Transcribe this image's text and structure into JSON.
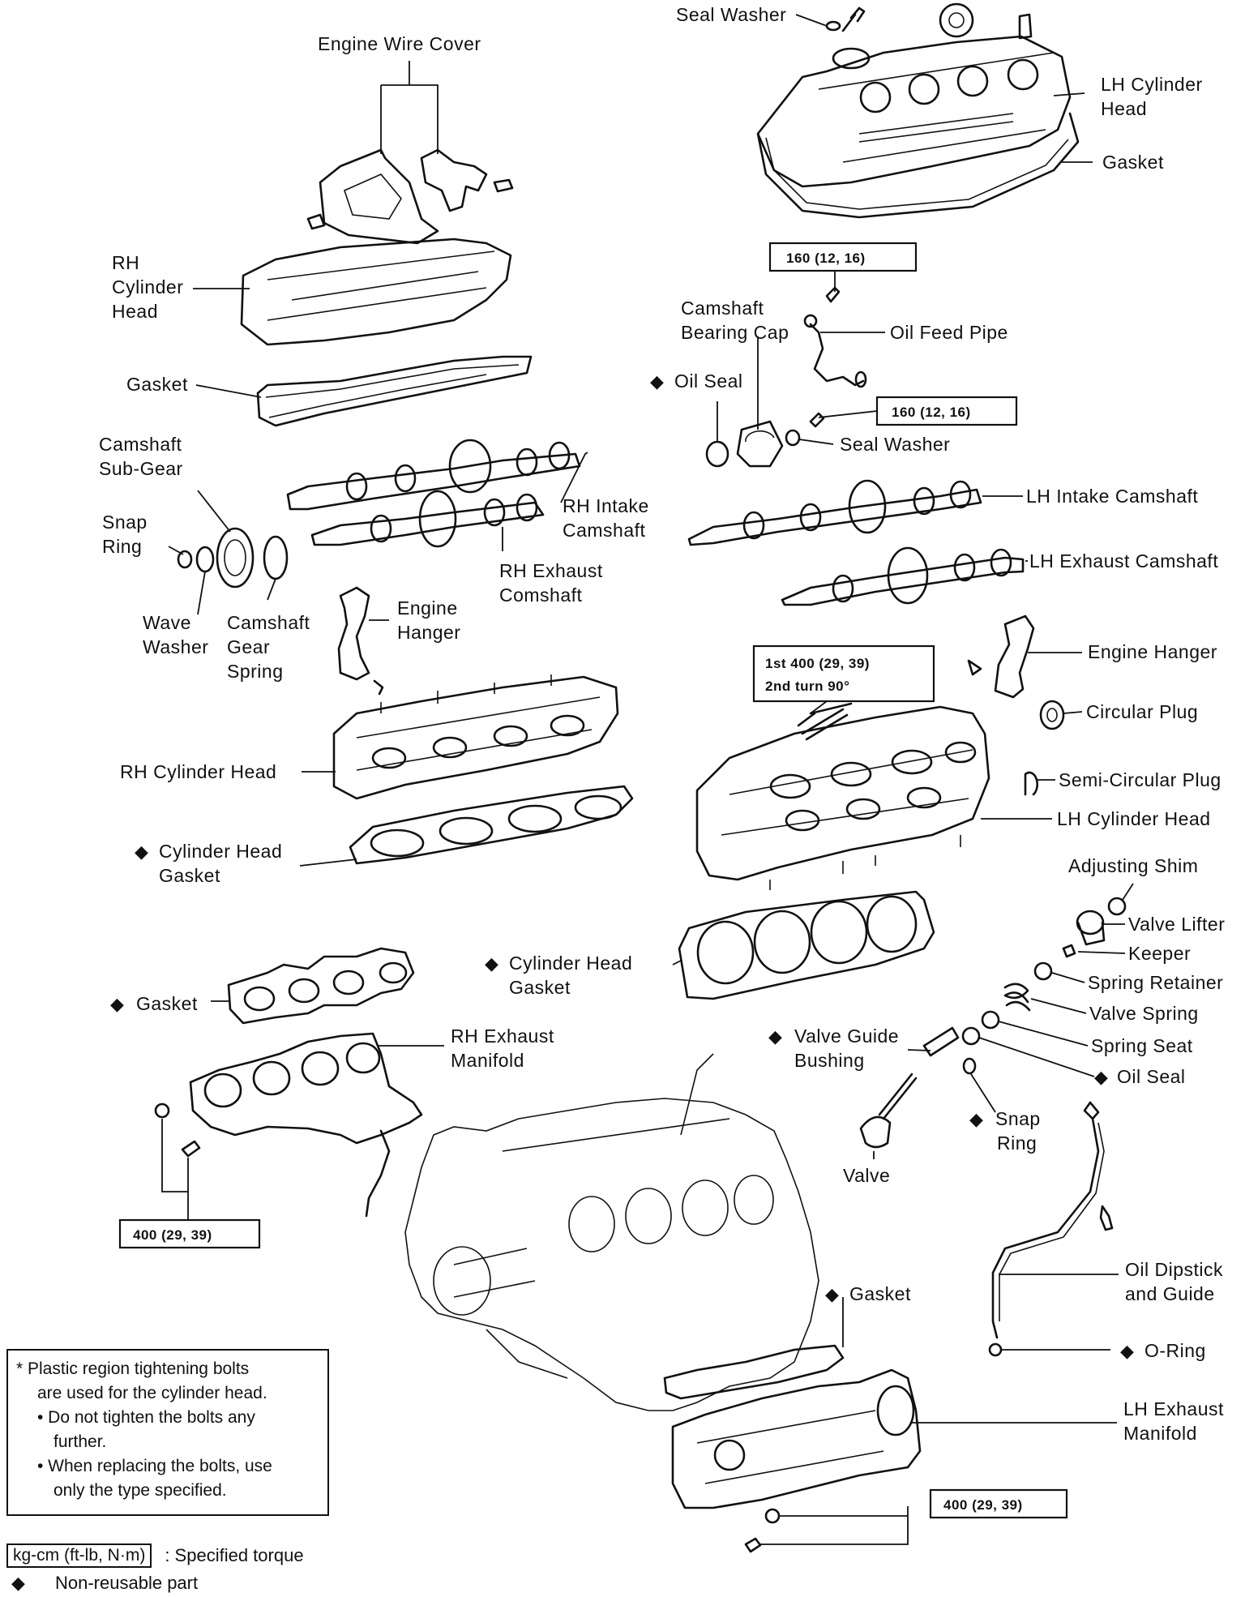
{
  "labels": {
    "engine_wire_cover": "Engine Wire Cover",
    "seal_washer_top": "Seal Washer",
    "lh_cylinder_head_cover_1": "LH Cylinder",
    "lh_cylinder_head_cover_2": "Head",
    "gasket_lh_cover": "Gasket",
    "rh_cylinder_head_cover_1": "RH",
    "rh_cylinder_head_cover_2": "Cylinder",
    "rh_cylinder_head_cover_3": "Head",
    "gasket_rh_cover": "Gasket",
    "camshaft_bearing_cap_1": "Camshaft",
    "camshaft_bearing_cap_2": "Bearing Cap",
    "oil_feed_pipe": "Oil Feed Pipe",
    "oil_seal_cam": "Oil Seal",
    "seal_washer_mid": "Seal Washer",
    "camshaft_sub_gear_1": "Camshaft",
    "camshaft_sub_gear_2": "Sub-Gear",
    "snap_ring_1": "Snap",
    "snap_ring_2": "Ring",
    "rh_intake_camshaft_1": "RH Intake",
    "rh_intake_camshaft_2": "Camshaft",
    "rh_exhaust_camshaft_1": "RH Exhaust",
    "rh_exhaust_camshaft_2": "Comshaft",
    "lh_intake_camshaft": "LH Intake Camshaft",
    "lh_exhaust_camshaft": "LH Exhaust Camshaft",
    "wave_washer_1": "Wave",
    "wave_washer_2": "Washer",
    "camshaft_gear_spring_1": "Camshaft",
    "camshaft_gear_spring_2": "Gear",
    "camshaft_gear_spring_3": "Spring",
    "engine_hanger_rh_1": "Engine",
    "engine_hanger_rh_2": "Hanger",
    "engine_hanger_lh": "Engine Hanger",
    "circular_plug": "Circular Plug",
    "semi_circular_plug": "Semi-Circular Plug",
    "rh_cylinder_head": "RH Cylinder Head",
    "lh_cylinder_head": "LH Cylinder Head",
    "cylinder_head_gasket_rh_1": "Cylinder Head",
    "cylinder_head_gasket_rh_2": "Gasket",
    "cylinder_head_gasket_lh_1": "Cylinder Head",
    "cylinder_head_gasket_lh_2": "Gasket",
    "adjusting_shim": "Adjusting Shim",
    "valve_lifter": "Valve Lifter",
    "keeper": "Keeper",
    "spring_retainer": "Spring Retainer",
    "valve_spring": "Valve Spring",
    "spring_seat": "Spring Seat",
    "oil_seal_valve": "Oil Seal",
    "valve_guide_bushing_1": "Valve Guide",
    "valve_guide_bushing_2": "Bushing",
    "snap_ring_valve_1": "Snap",
    "snap_ring_valve_2": "Ring",
    "valve": "Valve",
    "gasket_rh_manifold": "Gasket",
    "rh_exhaust_manifold_1": "RH Exhaust",
    "rh_exhaust_manifold_2": "Manifold",
    "oil_dipstick_1": "Oil Dipstick",
    "oil_dipstick_2": "and Guide",
    "gasket_lh_manifold": "Gasket",
    "o_ring": "O-Ring",
    "lh_exhaust_manifold_1": "LH Exhaust",
    "lh_exhaust_manifold_2": "Manifold"
  },
  "torque": {
    "oil_feed_upper": "160 (12, 16)",
    "oil_feed_lower": "160 (12, 16)",
    "head_bolt_1": "1st   400 (29, 39)",
    "head_bolt_2": "2nd  turn 90°",
    "rh_manifold": "400 (29, 39)",
    "lh_manifold": "400 (29, 39)"
  },
  "note": {
    "line1": "* Plastic region tightening bolts",
    "line2": "are used for the cylinder head.",
    "line3": "• Do not tighten the bolts any",
    "line4": "further.",
    "line5": "• When replacing the bolts, use",
    "line6": "only the type specified."
  },
  "legend": {
    "torque_key": "kg-cm (ft-lb, N·m)",
    "torque_desc": ": Specified torque",
    "nonreusable_symbol": "◆",
    "nonreusable_desc": "Non-reusable part"
  }
}
